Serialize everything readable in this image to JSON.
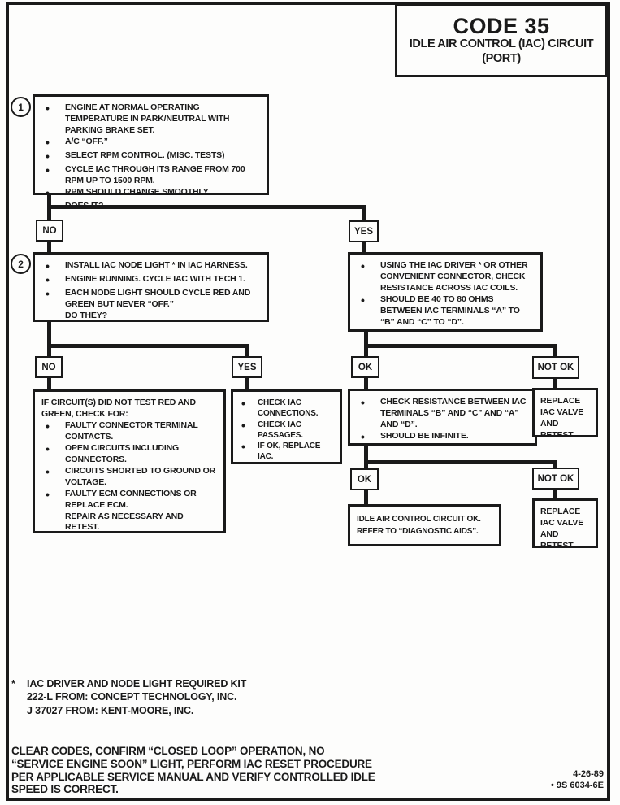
{
  "colors": {
    "ink": "#1a1a1a",
    "paper": "#fdfdfc"
  },
  "title": {
    "code": "CODE 35",
    "line1": "IDLE AIR CONTROL (IAC) CIRCUIT",
    "line2": "(PORT)"
  },
  "steps": {
    "one": "1",
    "two": "2"
  },
  "labels": {
    "no": "NO",
    "yes": "YES",
    "ok": "OK",
    "not_ok": "NOT OK"
  },
  "boxes": {
    "step1": {
      "items": [
        "ENGINE AT NORMAL OPERATING TEMPERATURE IN PARK/NEUTRAL WITH PARKING BRAKE SET.",
        "A/C “OFF.”",
        "SELECT RPM CONTROL.  (MISC. TESTS)",
        "CYCLE IAC THROUGH ITS RANGE FROM 700 RPM UP TO 1500 RPM.",
        "RPM SHOULD CHANGE SMOOTHLY."
      ],
      "question": "DOES IT?"
    },
    "step2": {
      "items": [
        "INSTALL IAC NODE LIGHT * IN IAC HARNESS.",
        "ENGINE RUNNING.  CYCLE IAC WITH TECH 1.",
        "EACH NODE LIGHT SHOULD CYCLE RED AND GREEN BUT NEVER “OFF.”"
      ],
      "question": "DO THEY?"
    },
    "coil_check": {
      "items": [
        "USING THE IAC DRIVER * OR OTHER CONVENIENT CONNECTOR, CHECK RESISTANCE ACROSS IAC COILS.",
        "SHOULD BE 40 TO 80 OHMS BETWEEN IAC TERMINALS “A” TO “B” AND “C” TO “D”."
      ]
    },
    "no_result": {
      "intro": "IF CIRCUIT(S) DID NOT TEST RED AND GREEN, CHECK FOR:",
      "items": [
        "FAULTY CONNECTOR TERMINAL CONTACTS.",
        "OPEN CIRCUITS INCLUDING CONNECTORS.",
        "CIRCUITS SHORTED TO GROUND OR VOLTAGE.",
        "FAULTY ECM CONNECTIONS OR REPLACE ECM."
      ],
      "outro": "REPAIR AS NECESSARY AND RETEST."
    },
    "yes_result": {
      "items": [
        "CHECK IAC CONNECTIONS.",
        "CHECK IAC PASSAGES.",
        "IF OK, REPLACE IAC."
      ]
    },
    "resistance_check": {
      "items": [
        "CHECK RESISTANCE BETWEEN IAC TERMINALS “B” AND “C” AND “A” AND “D”.",
        "SHOULD BE INFINITE."
      ]
    },
    "replace_iac_1": "REPLACE IAC VALVE AND RETEST.",
    "circuit_ok": {
      "line1": "IDLE AIR CONTROL CIRCUIT OK.",
      "line2": "REFER TO “DIAGNOSTIC AIDS”."
    },
    "replace_iac_2": "REPLACE IAC VALVE AND RETEST."
  },
  "footnote": {
    "marker": "*",
    "lines": [
      "IAC DRIVER AND NODE LIGHT REQUIRED KIT",
      "222-L FROM:  CONCEPT TECHNOLOGY, INC.",
      "J 37027 FROM:  KENT-MOORE, INC."
    ]
  },
  "footer": {
    "lines": [
      "CLEAR CODES, CONFIRM “CLOSED LOOP” OPERATION, NO",
      "“SERVICE ENGINE SOON” LIGHT, PERFORM IAC RESET PROCEDURE",
      "PER APPLICABLE SERVICE MANUAL AND VERIFY CONTROLLED IDLE",
      "SPEED IS CORRECT."
    ],
    "date": "4-26-89",
    "doc_number": "• 9S 6034-6E"
  }
}
